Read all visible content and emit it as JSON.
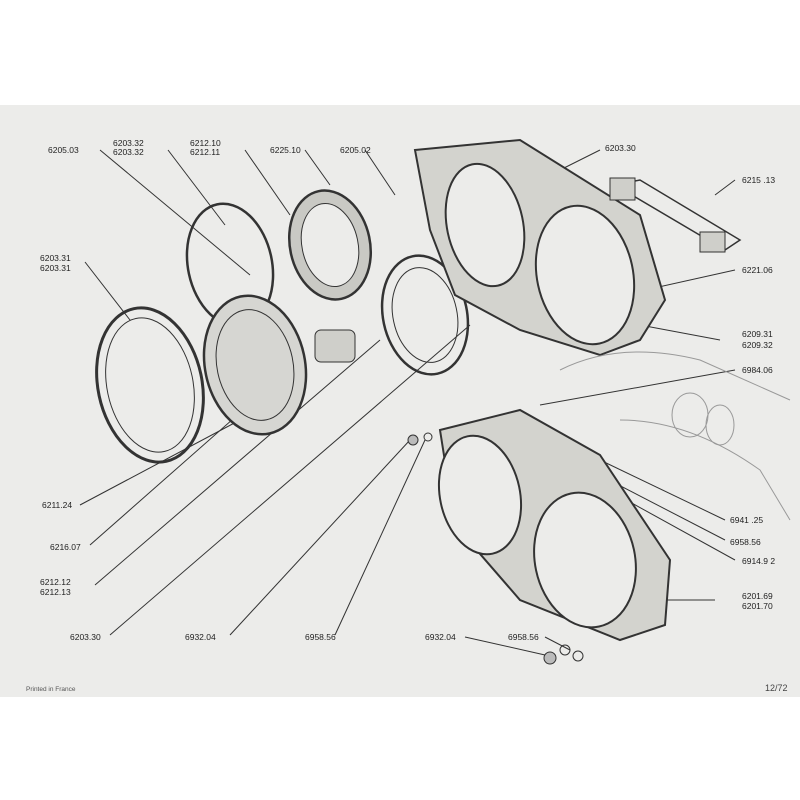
{
  "labels": {
    "l6205_03": "6205.03",
    "l6203_32a": "6203.32",
    "l6203_32b": "6203.32",
    "l6212_10": "6212.10",
    "l6212_11": "6212.11",
    "l6225_10": "6225.10",
    "l6205_02": "6205.02",
    "l6203_30top": "6203.30",
    "l6215_13": "6215 .13",
    "l6203_31a": "6203.31",
    "l6203_31b": "6203.31",
    "l6221_06": "6221.06",
    "l6209_31": "6209.31",
    "l6209_32": "6209.32",
    "l6984_06": "6984.06",
    "l6211_24": "6211.24",
    "l6941_25": "6941 .25",
    "l6958_56r": "6958.56",
    "l6914_92": "6914.9 2",
    "l6216_07": "6216.07",
    "l6212_12": "6212.12",
    "l6212_13": "6212.13",
    "l6201_69": "6201.69",
    "l6201_70": "6201.70",
    "l6203_30bot": "6203.30",
    "l6932_04a": "6932.04",
    "l6958_56a": "6958.56",
    "l6932_04b": "6932.04",
    "l6958_56b": "6958.56"
  },
  "footer": {
    "printed": "Printed in France",
    "page": "12/72"
  }
}
